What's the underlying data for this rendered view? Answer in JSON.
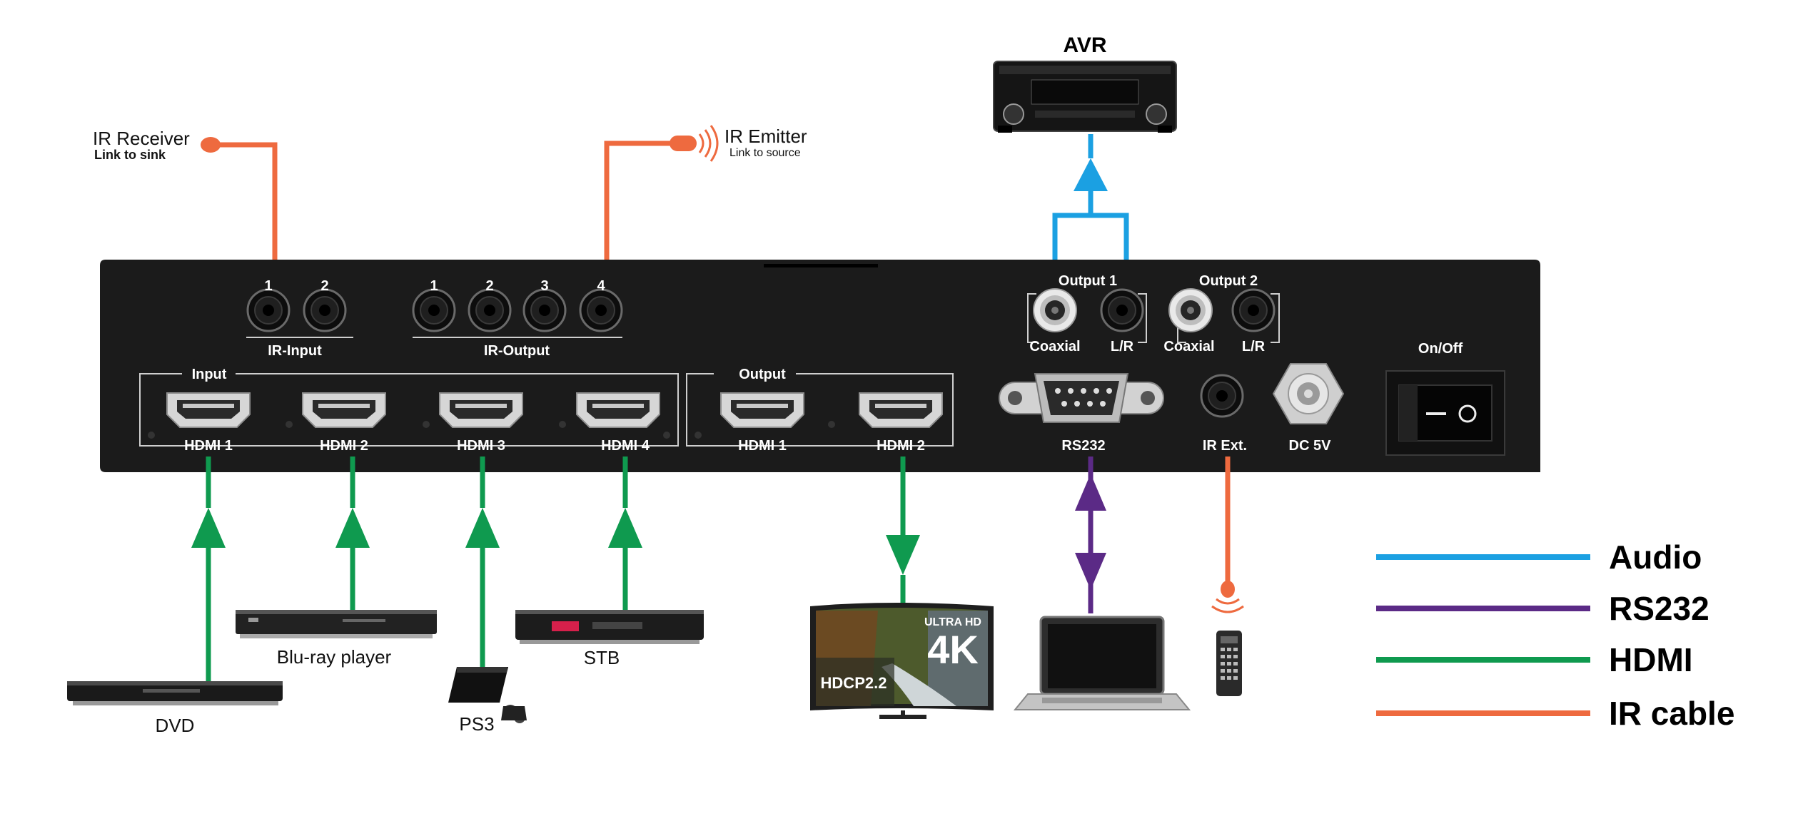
{
  "colors": {
    "audio": "#1ba0e2",
    "rs232": "#5b2a86",
    "hdmi": "#0f9a4f",
    "ir": "#ee6a3f",
    "panel": "#1b1b1b"
  },
  "top": {
    "ir_receiver": {
      "title": "IR Receiver",
      "sub": "Link to sink"
    },
    "ir_emitter": {
      "title": "IR Emitter",
      "sub": "Link to source"
    },
    "avr": "AVR"
  },
  "panel": {
    "ir_input": {
      "label": "IR-Input",
      "ports": [
        "1",
        "2"
      ]
    },
    "ir_output": {
      "label": "IR-Output",
      "ports": [
        "1",
        "2",
        "3",
        "4"
      ]
    },
    "audio_out1": {
      "label": "Output 1",
      "coaxial": "Coaxial",
      "lr": "L/R"
    },
    "audio_out2": {
      "label": "Output 2",
      "coaxial": "Coaxial",
      "lr": "L/R"
    },
    "input_group": "Input",
    "output_group": "Output",
    "inputs": [
      "HDMI 1",
      "HDMI 2",
      "HDMI 3",
      "HDMI 4"
    ],
    "outputs": [
      "HDMI 1",
      "HDMI 2"
    ],
    "rs232": "RS232",
    "ir_ext": "IR Ext.",
    "dc": "DC 5V",
    "power": "On/Off"
  },
  "sources": {
    "dvd": "DVD",
    "bluray": "Blu-ray player",
    "ps3": "PS3",
    "stb": "STB"
  },
  "tv": {
    "top": "ULTRA HD",
    "big": "4K",
    "hdcp": "HDCP2.2"
  },
  "legend": [
    {
      "label": "Audio",
      "color": "#1ba0e2"
    },
    {
      "label": "RS232",
      "color": "#5b2a86"
    },
    {
      "label": "HDMI",
      "color": "#0f9a4f"
    },
    {
      "label": "IR cable",
      "color": "#ee6a3f"
    }
  ]
}
